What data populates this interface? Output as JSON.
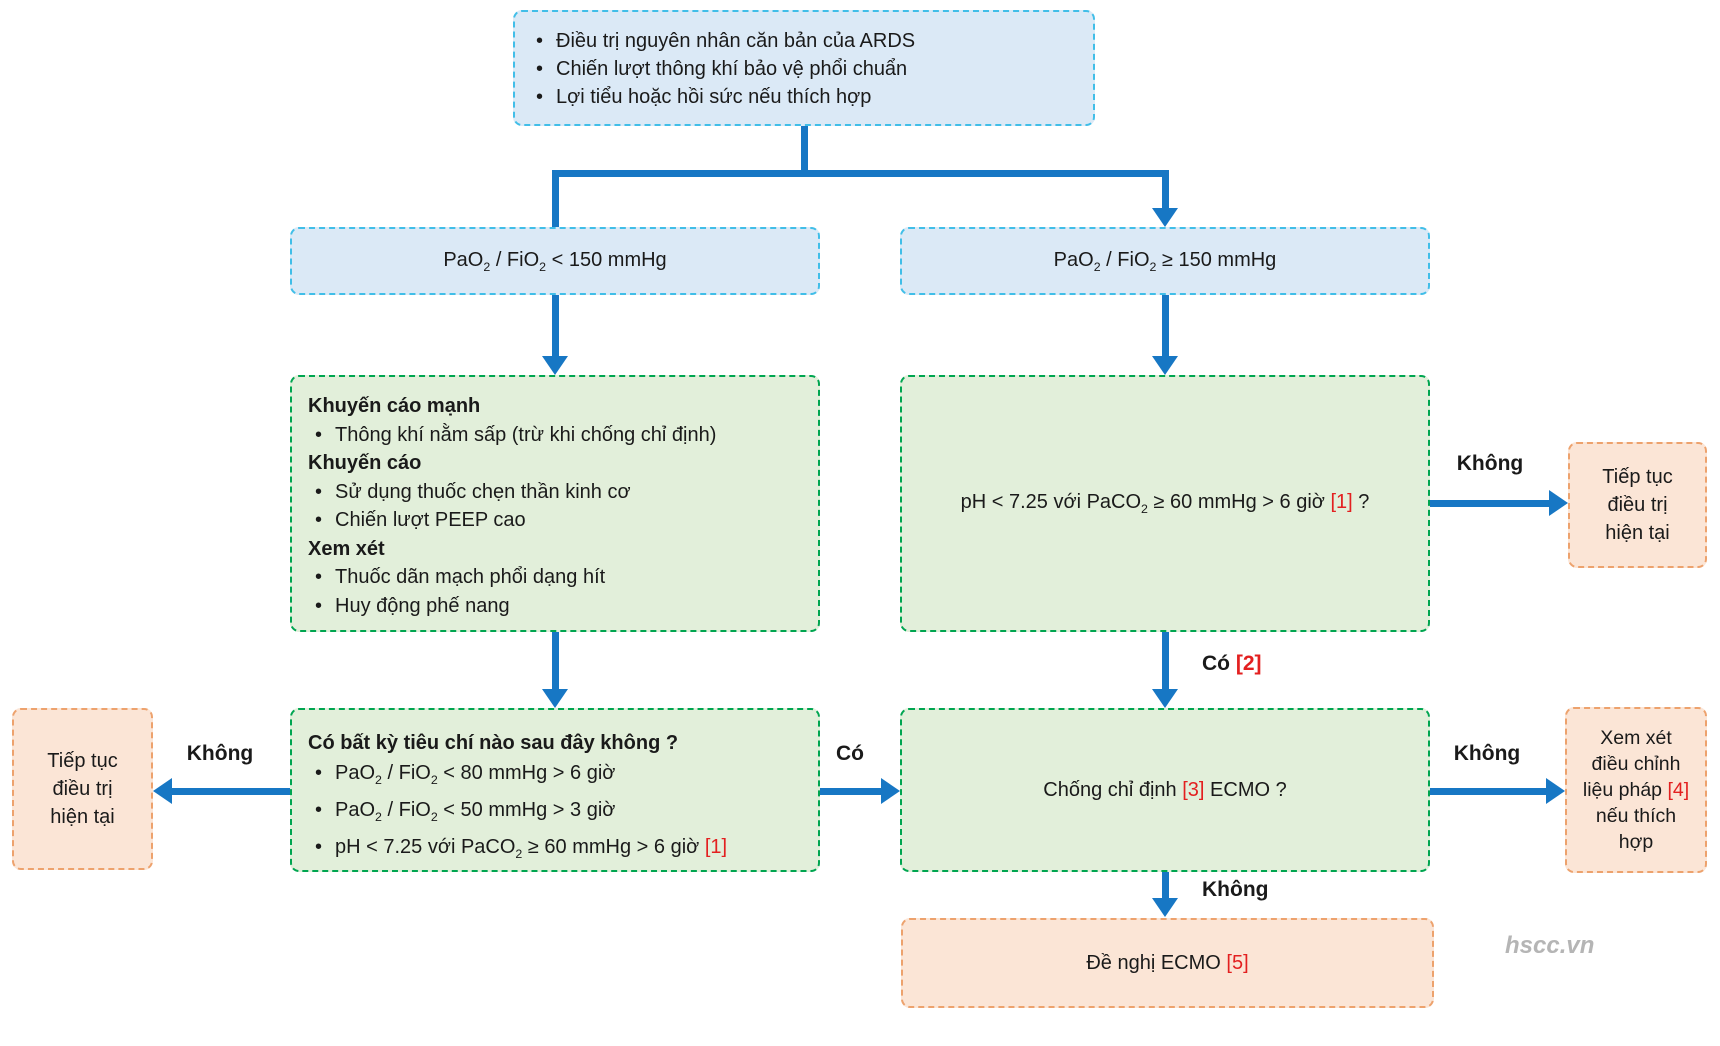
{
  "watermark": "hscc.vn",
  "colors": {
    "blue_fill": "#dbe9f6",
    "blue_border": "#41bee8",
    "green_fill": "#e2efda",
    "green_border": "#00a550",
    "orange_fill": "#fbe5d6",
    "orange_border": "#eda26d",
    "arrow": "#1777c4",
    "ref_red": "#e32020",
    "text": "#1a1a1a"
  },
  "top_box": {
    "lines": [
      "Điều trị nguyên nhân căn bản của ARDS",
      "Chiến lượt thông khí bảo vệ phổi chuẩn",
      "Lợi tiểu hoặc hồi sức nếu thích hợp"
    ]
  },
  "left_branch": {
    "condition": [
      {
        "t": "PaO"
      },
      {
        "t": "2",
        "sub": true
      },
      {
        "t": " / FiO"
      },
      {
        "t": "2",
        "sub": true
      },
      {
        "t": " < 150 mmHg"
      }
    ],
    "recommendations": {
      "lines": [
        {
          "type": "head",
          "text": "Khuyến cáo mạnh"
        },
        {
          "type": "bullet",
          "text": "Thông khí nằm sấp (trừ khi chống chỉ định)"
        },
        {
          "type": "head",
          "text": "Khuyến cáo"
        },
        {
          "type": "bullet",
          "text": "Sử dụng thuốc chẹn thần kinh cơ"
        },
        {
          "type": "bullet",
          "text": "Chiến lượt PEEP cao"
        },
        {
          "type": "head",
          "text": "Xem xét"
        },
        {
          "type": "bullet",
          "text": "Thuốc dãn mạch phổi dạng hít"
        },
        {
          "type": "bullet",
          "text": "Huy động phế nang"
        }
      ]
    },
    "criteria": {
      "title": "Có bất kỳ tiêu chí nào sau đây không ?",
      "bullets": [
        [
          {
            "t": "PaO"
          },
          {
            "t": "2",
            "sub": true
          },
          {
            "t": " / FiO"
          },
          {
            "t": "2",
            "sub": true
          },
          {
            "t": " < 80 mmHg > 6 giờ"
          }
        ],
        [
          {
            "t": "PaO"
          },
          {
            "t": "2",
            "sub": true
          },
          {
            "t": " / FiO"
          },
          {
            "t": "2",
            "sub": true
          },
          {
            "t": " < 50 mmHg > 3 giờ"
          }
        ],
        [
          {
            "t": "pH < 7.25 với PaCO"
          },
          {
            "t": "2",
            "sub": true
          },
          {
            "t": " ≥ 60 mmHg > 6 giờ "
          },
          {
            "t": "[1]",
            "red": true
          }
        ]
      ]
    },
    "no_label": "Không",
    "yes_label": "Có",
    "continue_box": "Tiếp tục điều trị hiện tại"
  },
  "right_branch": {
    "condition": [
      {
        "t": "PaO"
      },
      {
        "t": "2",
        "sub": true
      },
      {
        "t": " / FiO"
      },
      {
        "t": "2",
        "sub": true
      },
      {
        "t": " ≥ 150 mmHg"
      }
    ],
    "ph_question": [
      {
        "t": "pH < 7.25 với PaCO"
      },
      {
        "t": "2",
        "sub": true
      },
      {
        "t": " ≥ 60 mmHg > 6 giờ "
      },
      {
        "t": "[1]",
        "red": true
      },
      {
        "t": " ?"
      }
    ],
    "no_label_top": "Không",
    "continue_box": "Tiếp tục điều trị hiện tại",
    "yes_label": [
      {
        "t": "Có ",
        "b": true
      },
      {
        "t": "[2]",
        "red": true,
        "b": true
      }
    ],
    "contraindication": [
      {
        "t": "Chống chỉ định "
      },
      {
        "t": "[3]",
        "red": true
      },
      {
        "t": " ECMO ?"
      }
    ],
    "no_label_mid": "Không",
    "adjust_box": [
      {
        "t": "Xem xét điều chỉnh liệu pháp "
      },
      {
        "t": "[4]",
        "red": true
      },
      {
        "t": " nếu thích hợp"
      }
    ],
    "no_label_bottom": "Không",
    "ecmo_box": [
      {
        "t": "Đề nghị ECMO "
      },
      {
        "t": "[5]",
        "red": true
      }
    ]
  }
}
